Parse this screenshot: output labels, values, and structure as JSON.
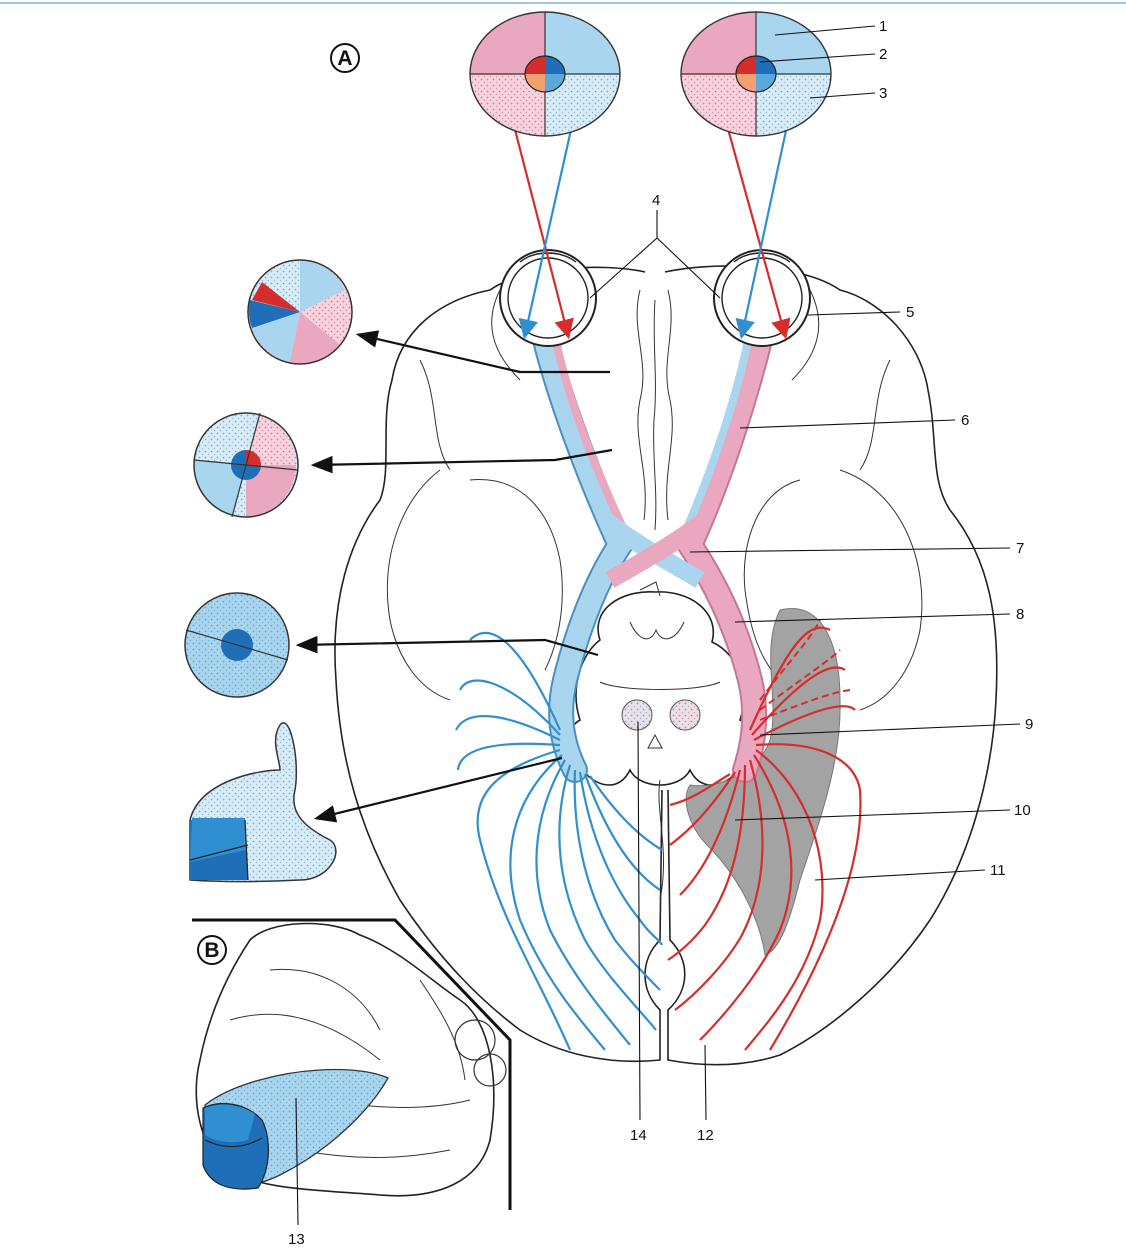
{
  "panels": {
    "a": "A",
    "b": "B"
  },
  "labels": {
    "l1": "1",
    "l2": "2",
    "l3": "3",
    "l4": "4",
    "l5": "5",
    "l6": "6",
    "l7": "7",
    "l8": "8",
    "l9": "9",
    "l10": "10",
    "l11": "11",
    "l12": "12",
    "l13": "13",
    "l14": "14"
  },
  "colors": {
    "left_field_red": "#d62c2c",
    "right_field_blue": "#2f8fd0",
    "pink": "#e9a8c0",
    "light_blue": "#a9d6ee",
    "dark_blue": "#1f6fb8",
    "cortex_gray": "#a3a3a3",
    "line_black": "#111111"
  },
  "icons": {
    "visual_field": "circle-quadrants-icon",
    "arrow": "arrow-left-icon"
  }
}
